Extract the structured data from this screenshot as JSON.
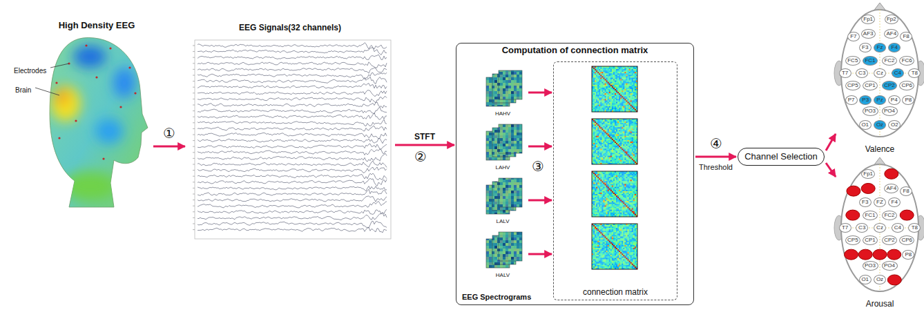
{
  "diagram": {
    "nodes": [
      {
        "text": [
          "High Density EEG"
        ]
      },
      {
        "text": [
          "EEG Signals(32 channels)"
        ]
      },
      {
        "text": [
          "Computation of connection matrix",
          "EEG Spectrograms"
        ]
      },
      {
        "text": [
          "HAHV"
        ],
        "in": 2
      },
      {
        "text": [
          "LAHV"
        ],
        "in": 2
      },
      {
        "text": [
          "LALV"
        ],
        "in": 2
      },
      {
        "text": [
          "HALV"
        ],
        "in": 2
      },
      {
        "text": [
          "connection matrix"
        ],
        "in": 2
      },
      {
        "text": [
          "Channel Selection"
        ]
      },
      {
        "text": [
          "Valence"
        ]
      },
      {
        "text": [
          "Fp1"
        ],
        "in": 9
      },
      {
        "text": [
          "Fp2"
        ],
        "in": 9
      },
      {
        "text": [
          "F7"
        ],
        "in": 9
      },
      {
        "text": [
          "AF3"
        ],
        "in": 9
      },
      {
        "text": [
          "AF4"
        ],
        "in": 9
      },
      {
        "text": [
          "F8"
        ],
        "in": 9
      },
      {
        "text": [
          "F3"
        ],
        "in": 9
      },
      {
        "text": [
          "Fz"
        ],
        "in": 9
      },
      {
        "text": [
          "F4"
        ],
        "in": 9
      },
      {
        "text": [
          "FC5"
        ],
        "in": 9
      },
      {
        "text": [
          "FC1"
        ],
        "in": 9
      },
      {
        "text": [
          "FC2"
        ],
        "in": 9
      },
      {
        "text": [
          "FC6"
        ],
        "in": 9
      },
      {
        "text": [
          "T7"
        ],
        "in": 9
      },
      {
        "text": [
          "C3"
        ],
        "in": 9
      },
      {
        "text": [
          "Cz"
        ],
        "in": 9
      },
      {
        "text": [
          "C4"
        ],
        "in": 9
      },
      {
        "text": [
          "T8"
        ],
        "in": 9
      },
      {
        "text": [
          "CP5"
        ],
        "in": 9
      },
      {
        "text": [
          "CP1"
        ],
        "in": 9
      },
      {
        "text": [
          "CP2"
        ],
        "in": 9
      },
      {
        "text": [
          "CP6"
        ],
        "in": 9
      },
      {
        "text": [
          "P7"
        ],
        "in": 9
      },
      {
        "text": [
          "P3"
        ],
        "in": 9
      },
      {
        "text": [
          "Pz"
        ],
        "in": 9
      },
      {
        "text": [
          "P4"
        ],
        "in": 9
      },
      {
        "text": [
          "P8"
        ],
        "in": 9
      },
      {
        "text": [
          "PO3"
        ],
        "in": 9
      },
      {
        "text": [
          "PO4"
        ],
        "in": 9
      },
      {
        "text": [
          "O1"
        ],
        "in": 9
      },
      {
        "text": [
          "Oz"
        ],
        "in": 9
      },
      {
        "text": [
          "O2"
        ],
        "in": 9
      },
      {
        "text": [
          "Arousal"
        ]
      },
      {
        "text": [
          "Fp1"
        ],
        "in": 42
      },
      {
        "text": [
          "AF4"
        ],
        "in": 42
      },
      {
        "text": [
          "F8"
        ],
        "in": 42
      },
      {
        "text": [
          "F3"
        ],
        "in": 42
      },
      {
        "text": [
          "FZ"
        ],
        "in": 42
      },
      {
        "text": [
          "F4"
        ],
        "in": 42
      },
      {
        "text": [
          "FC1"
        ],
        "in": 42
      },
      {
        "text": [
          "FC2"
        ],
        "in": 42
      },
      {
        "text": [
          "T7"
        ],
        "in": 42
      },
      {
        "text": [
          "C3"
        ],
        "in": 42
      },
      {
        "text": [
          "Cz"
        ],
        "in": 42
      },
      {
        "text": [
          "C4"
        ],
        "in": 42
      },
      {
        "text": [
          "T8"
        ],
        "in": 42
      },
      {
        "text": [
          "CP5"
        ],
        "in": 42
      },
      {
        "text": [
          "CP1"
        ],
        "in": 42
      },
      {
        "text": [
          "CP2"
        ],
        "in": 42
      },
      {
        "text": [
          "CP6"
        ],
        "in": 42
      },
      {
        "text": [
          "P8"
        ],
        "in": 42
      },
      {
        "text": [
          "PO3"
        ],
        "in": 42
      },
      {
        "text": [
          "PO4"
        ],
        "in": 42
      },
      {
        "text": [
          "O1"
        ],
        "in": 42
      },
      {
        "text": [
          "Oz"
        ],
        "in": 42
      }
    ],
    "edges": [
      {
        "from": 0,
        "to": 1,
        "arrow": "to",
        "label": "①"
      },
      {
        "from": 1,
        "to": 2,
        "arrow": "to",
        "label": "STFT"
      },
      {
        "from": 3,
        "to": 7,
        "arrow": "to"
      },
      {
        "from": 4,
        "to": 7,
        "arrow": "to"
      },
      {
        "from": 5,
        "to": 7,
        "arrow": "to"
      },
      {
        "from": 6,
        "to": 7,
        "arrow": "to"
      },
      {
        "from": 2,
        "to": 8,
        "arrow": "to",
        "label": "Threshold"
      },
      {
        "from": 8,
        "to": 9,
        "arrow": "to"
      },
      {
        "from": 8,
        "to": 42,
        "arrow": "to"
      }
    ],
    "labels": [
      "Electrodes",
      "Brain",
      "②",
      "③",
      "④"
    ]
  }
}
